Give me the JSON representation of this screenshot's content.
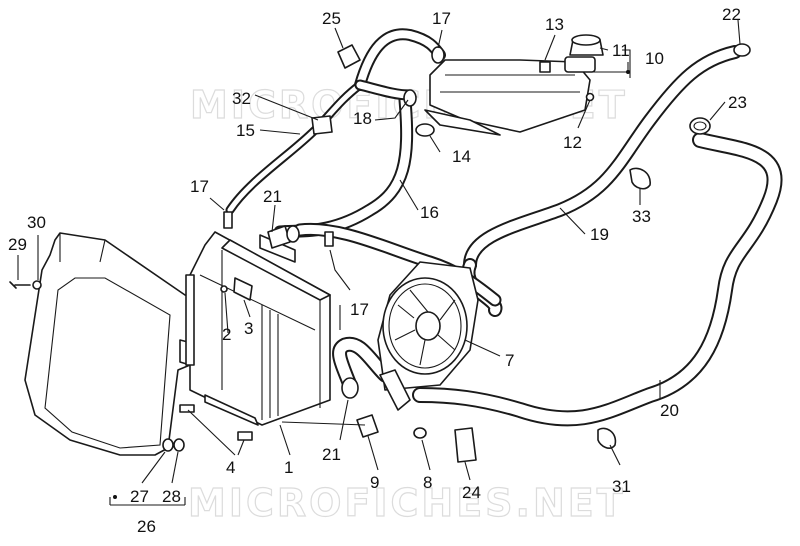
{
  "watermark": {
    "text": "MICROFICHES.NET",
    "color": "#dcdcdc"
  },
  "callouts": [
    "1",
    "2",
    "3",
    "4",
    "7",
    "8",
    "9",
    "10",
    "11",
    "12",
    "13",
    "14",
    "15",
    "16",
    "17",
    "17",
    "17",
    "18",
    "19",
    "20",
    "21",
    "21",
    "22",
    "23",
    "24",
    "25",
    "26",
    "27",
    "28",
    "29",
    "30",
    "31",
    "32",
    "33"
  ],
  "parts": {
    "radiator": "1",
    "fan": "7",
    "overflow_tank": "10",
    "cap": "11",
    "hose_radiator_fan": "19",
    "hose_return": "20",
    "shroud": "26"
  }
}
